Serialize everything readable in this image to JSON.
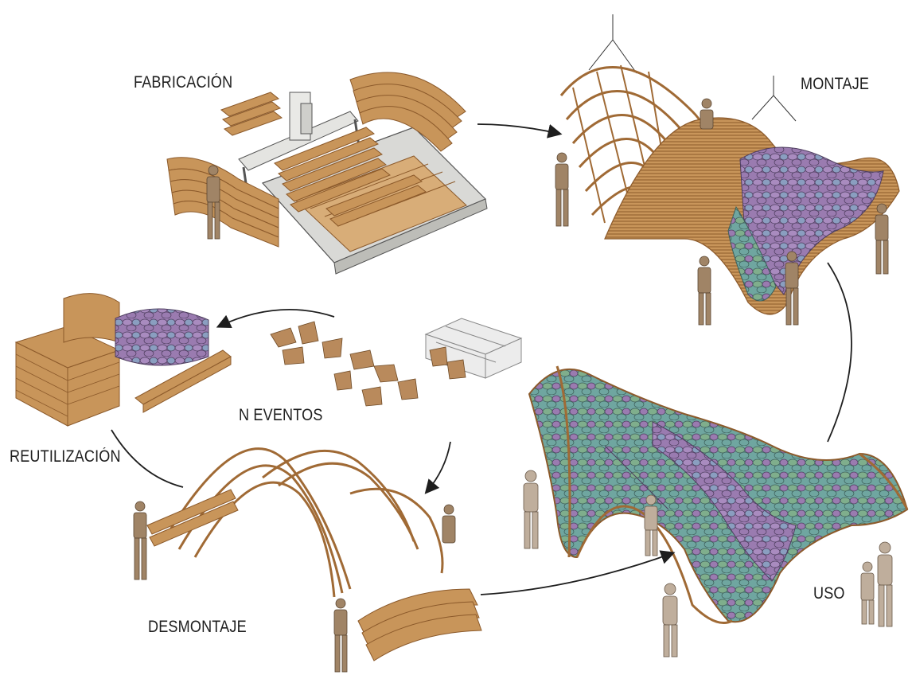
{
  "stages": {
    "fabricacion": "FABRICACIÓN",
    "montaje": "MONTAJE",
    "uso": "USO",
    "desmontaje": "DESMONTAJE",
    "reutilizacion": "REUTILIZACIÓN",
    "n_eventos": "N EVENTOS"
  },
  "colors": {
    "wood": "#c8955a",
    "wood_dark": "#8c5a2b",
    "machine_gray": "#d9d9d6",
    "tile_teal": "#6fa6a0",
    "tile_purple": "#9a7bb0",
    "tile_green": "#7fae8c",
    "worker": "#a08466",
    "arrow": "#1e1e1e"
  }
}
